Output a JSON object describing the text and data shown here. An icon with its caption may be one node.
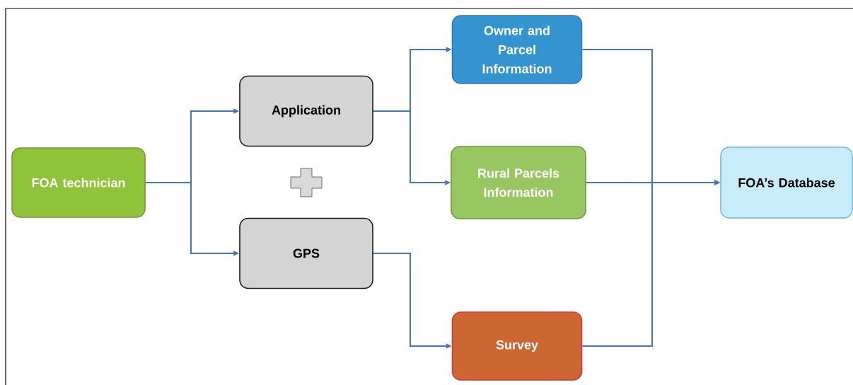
{
  "diagram": {
    "nodes": [
      {
        "text": [
          "FOA technician"
        ]
      },
      {
        "text": [
          "Application"
        ]
      },
      {
        "text": [
          "GPS"
        ]
      },
      {
        "text": [
          "Owner and Parcel Information"
        ]
      },
      {
        "text": [
          "Rural Parcels Information"
        ]
      },
      {
        "text": [
          "Survey"
        ]
      },
      {
        "text": [
          "FOA’s Database"
        ]
      }
    ],
    "edges": [
      {
        "from": 0,
        "to": 1,
        "arrow": "to"
      },
      {
        "from": 0,
        "to": 2,
        "arrow": "to"
      },
      {
        "from": 1,
        "to": 3,
        "arrow": "to"
      },
      {
        "from": 1,
        "to": 4,
        "arrow": "to"
      },
      {
        "from": 2,
        "to": 5,
        "arrow": "to"
      },
      {
        "from": 3,
        "to": 6,
        "arrow": "to"
      },
      {
        "from": 4,
        "to": 6,
        "arrow": "to"
      },
      {
        "from": 5,
        "to": 6,
        "arrow": "to"
      }
    ]
  }
}
